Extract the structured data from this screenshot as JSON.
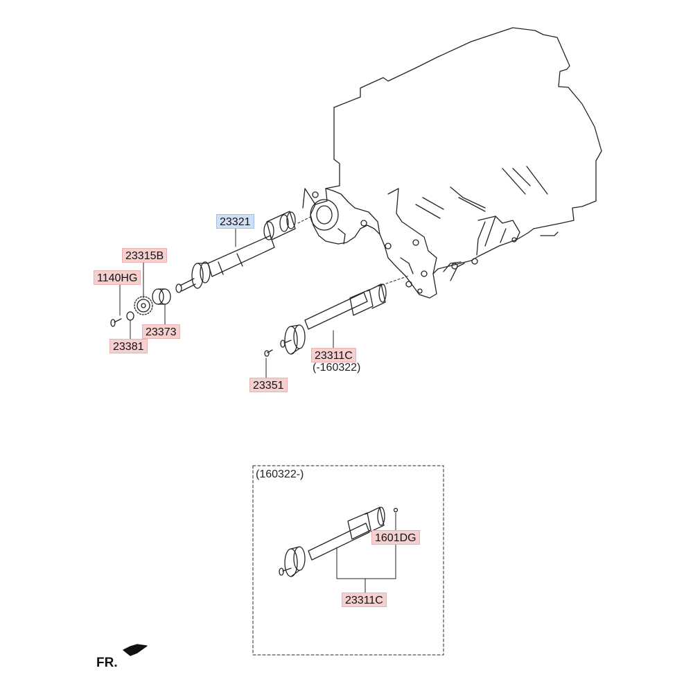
{
  "callouts": {
    "p23321": "23321",
    "p23315b": "23315B",
    "p1140hg": "1140HG",
    "p23373": "23373",
    "p23381": "23381",
    "p23311c_top": "23311C",
    "p23351": "23351",
    "p1601dg": "1601DG",
    "p23311c_bottom": "23311C"
  },
  "notes": {
    "upper_date_range": "(-160322)",
    "inset_date_range": "(160322-)"
  },
  "direction": {
    "label": "FR."
  },
  "colors": {
    "callout_fill": "#f6cfcf",
    "selected_callout_fill": "#cfe0f5",
    "line": "#222222"
  },
  "selected_part": "23321"
}
